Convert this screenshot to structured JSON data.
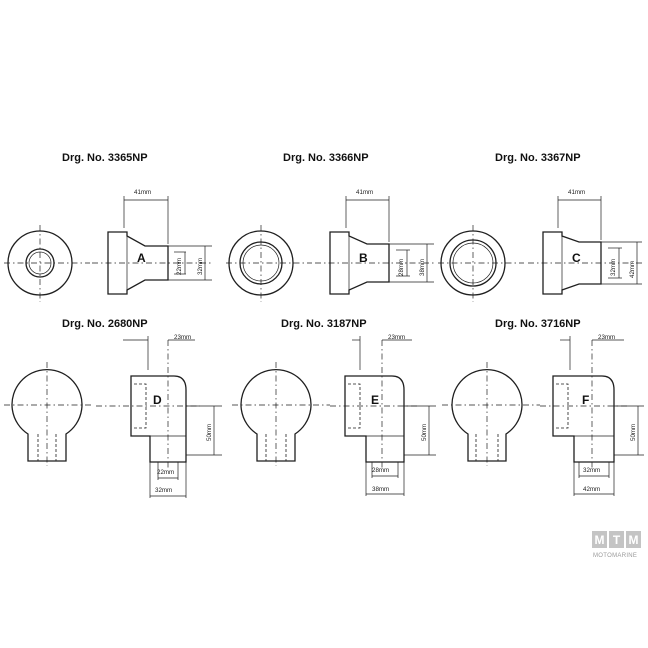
{
  "drawings": [
    {
      "drg": "Drg. No. 3365NP",
      "letter": "A",
      "dims": {
        "length": "41mm",
        "inner": "22mm",
        "outer": "32mm"
      }
    },
    {
      "drg": "Drg. No. 3366NP",
      "letter": "B",
      "dims": {
        "length": "41mm",
        "inner": "28mm",
        "outer": "38mm"
      }
    },
    {
      "drg": "Drg. No. 3367NP",
      "letter": "C",
      "dims": {
        "length": "41mm",
        "inner": "32mm",
        "outer": "42mm"
      }
    },
    {
      "drg": "Drg. No. 2680NP",
      "letter": "D",
      "dims": {
        "offset": "23mm",
        "height": "50mm",
        "inner": "22mm",
        "outer": "32mm"
      }
    },
    {
      "drg": "Drg. No. 3187NP",
      "letter": "E",
      "dims": {
        "offset": "23mm",
        "height": "50mm",
        "inner": "28mm",
        "outer": "38mm"
      }
    },
    {
      "drg": "Drg. No. 3716NP",
      "letter": "F",
      "dims": {
        "offset": "23mm",
        "height": "50mm",
        "inner": "32mm",
        "outer": "42mm"
      }
    }
  ],
  "logo": {
    "letters": [
      "M",
      "T",
      "M"
    ],
    "subtitle": "MOTOMARINE",
    "color": "#c4c4c4"
  }
}
